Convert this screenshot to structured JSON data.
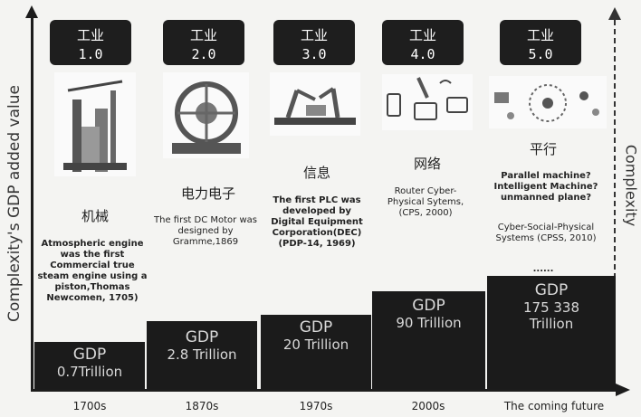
{
  "axes": {
    "left_label": "Complexity's GDP added value",
    "right_label": "Complexity",
    "x_ticks": [
      "1700s",
      "1870s",
      "1970s",
      "2000s",
      "The coming future"
    ]
  },
  "stages": [
    {
      "badge_top": "工业",
      "badge_num": "1.0",
      "title": "机械",
      "desc": "Atmospheric engine was the first Commercial true steam engine using a piston,Thomas Newcomen, 1705)",
      "gdp_label": "GDP",
      "gdp_value": "0.7Trillion",
      "icon": "steam-engine-image"
    },
    {
      "badge_top": "工业",
      "badge_num": "2.0",
      "title": "电力电子",
      "desc": "The first DC Motor was designed by Gramme,1869",
      "gdp_label": "GDP",
      "gdp_value": "2.8 Trillion",
      "icon": "dc-motor-image"
    },
    {
      "badge_top": "工业",
      "badge_num": "3.0",
      "title": "信息",
      "desc": "The first PLC was developed by Digital Equipment Corporation(DEC) (PDP-14, 1969)",
      "gdp_label": "GDP",
      "gdp_value": "20 Trillion",
      "icon": "robot-arm-image"
    },
    {
      "badge_top": "工业",
      "badge_num": "4.0",
      "title": "网络",
      "desc": "Router Cyber-Physical Sytems, (CPS, 2000)",
      "gdp_label": "GDP",
      "gdp_value": "90 Trillion",
      "icon": "connected-devices-image"
    },
    {
      "badge_top": "工业",
      "badge_num": "5.0",
      "title": "平行",
      "desc_extra": "Parallel machine? Intelligent Machine? unmanned plane?",
      "desc": "Cyber-Social-Physical Systems (CPSS, 2010)",
      "dots": "......",
      "gdp_label": "GDP",
      "gdp_value": "175  338 Trillion",
      "icon": "parallel-systems-image"
    }
  ]
}
